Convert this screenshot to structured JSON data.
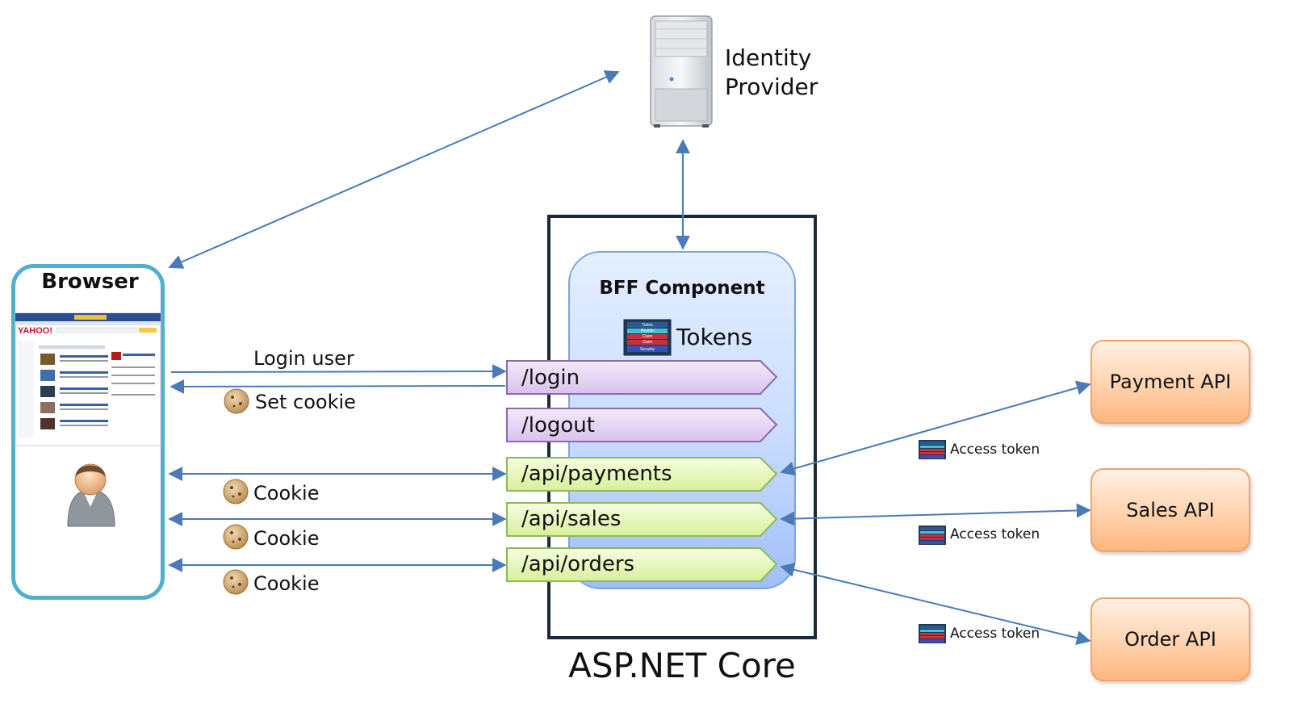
{
  "identity_provider": {
    "line1": "Identity",
    "line2": "Provider",
    "icon": "server-tower-icon"
  },
  "browser": {
    "title": "Browser",
    "icon_screen": "browser-screenshot-icon",
    "icon_user": "user-avatar-icon"
  },
  "aspnet": {
    "label": "ASP.NET Core"
  },
  "bff": {
    "title": "BFF Component",
    "tokens_label": "Tokens",
    "token_icon": "token-icon"
  },
  "endpoints": {
    "login": "/login",
    "logout": "/logout",
    "payments": "/api/payments",
    "sales": "/api/sales",
    "orders": "/api/orders"
  },
  "messages": {
    "login_user": "Login user",
    "set_cookie": "Set cookie",
    "cookie_1": "Cookie",
    "cookie_2": "Cookie",
    "cookie_3": "Cookie",
    "access_token_1": "Access token",
    "access_token_2": "Access token",
    "access_token_3": "Access token"
  },
  "token_icon_lines": [
    "Token",
    "Header",
    "Claim",
    "Claim",
    "Security"
  ],
  "apis": {
    "payment": "Payment API",
    "sales": "Sales API",
    "order": "Order API"
  },
  "colors": {
    "browser_border": "#4fb0c9",
    "arrow": "#4a7ab8",
    "endpoint_purple": "#e6d4f2",
    "endpoint_green": "#eaf8c4",
    "api_orange": "#ffc898"
  }
}
